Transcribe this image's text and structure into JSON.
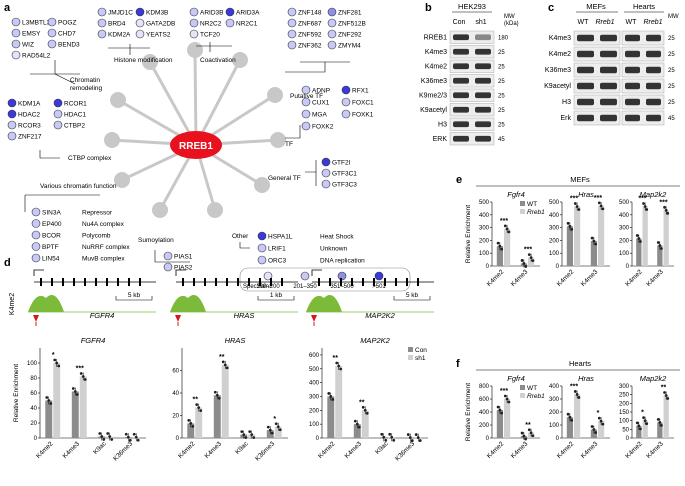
{
  "panels": {
    "a": "a",
    "b": "b",
    "c": "c",
    "d": "d",
    "e": "e",
    "f": "f"
  },
  "colors": {
    "node_dark": "#3a3ad6",
    "node_mid": "#8f8fe6",
    "node_light": "#c9c9f5",
    "node_pale": "#e3e3fa",
    "hub": "#e8121f",
    "hub_spoke": "#c8c8c8",
    "bar_dark": "#8c8c8c",
    "bar_light": "#d0d0d0",
    "track_green": "#7cbb3a",
    "arrow_red": "#d21a1a"
  },
  "network": {
    "hub": "RREB1",
    "groups": [
      {
        "label": "Chromatin remodeling",
        "nodes": [
          {
            "name": "L3MBTL3",
            "level": 2
          },
          {
            "name": "POGZ",
            "level": 2
          },
          {
            "name": "EMSY",
            "level": 2
          },
          {
            "name": "CHD7",
            "level": 2
          },
          {
            "name": "WIZ",
            "level": 2
          },
          {
            "name": "BEND3",
            "level": 2
          },
          {
            "name": "RAD54L2",
            "level": 1
          }
        ]
      },
      {
        "label": "Histone modification",
        "nodes": [
          {
            "name": "JMJD1C",
            "level": 2
          },
          {
            "name": "KDM3B",
            "level": 4
          },
          {
            "name": "BRD4",
            "level": 2
          },
          {
            "name": "GATA2DB",
            "level": 1
          },
          {
            "name": "KDM2A",
            "level": 2
          },
          {
            "name": "YEATS2",
            "level": 1
          }
        ]
      },
      {
        "label": "Coactivation",
        "nodes": [
          {
            "name": "ARID3B",
            "level": 2
          },
          {
            "name": "ARID3A",
            "level": 4
          },
          {
            "name": "NR2C2",
            "level": 2
          },
          {
            "name": "NR2C1",
            "level": 2
          },
          {
            "name": "TCF20",
            "level": 1
          }
        ]
      },
      {
        "label": "Putative TF",
        "nodes": [
          {
            "name": "ZNF148",
            "level": 2
          },
          {
            "name": "ZNF281",
            "level": 3
          },
          {
            "name": "ZNF687",
            "level": 2
          },
          {
            "name": "ZNF512B",
            "level": 2
          },
          {
            "name": "ZNF592",
            "level": 2
          },
          {
            "name": "ZNF292",
            "level": 2
          },
          {
            "name": "ZNF362",
            "level": 2
          },
          {
            "name": "ZMYM4",
            "level": 2
          }
        ]
      },
      {
        "label": "TF",
        "nodes": [
          {
            "name": "ADNP",
            "level": 2
          },
          {
            "name": "RFX1",
            "level": 4
          },
          {
            "name": "CUX1",
            "level": 2
          },
          {
            "name": "FOXC1",
            "level": 2
          },
          {
            "name": "MGA",
            "level": 2
          },
          {
            "name": "FOXK1",
            "level": 2
          },
          {
            "name": "FOXK2",
            "level": 2
          }
        ]
      },
      {
        "label": "General TF",
        "nodes": [
          {
            "name": "GTF2I",
            "level": 4
          },
          {
            "name": "GTF3C1",
            "level": 2
          },
          {
            "name": "GTF3C3",
            "level": 2
          }
        ]
      },
      {
        "label": "CTBP complex",
        "nodes": [
          {
            "name": "KDM1A",
            "level": 4
          },
          {
            "name": "RCOR1",
            "level": 4
          },
          {
            "name": "HDAC2",
            "level": 4
          },
          {
            "name": "HDAC1",
            "level": 2
          },
          {
            "name": "RCOR3",
            "level": 2
          },
          {
            "name": "CTBP2",
            "level": 2
          },
          {
            "name": "ZNF217",
            "level": 2
          }
        ]
      },
      {
        "label": "Various chromatin function",
        "nodes": [
          {
            "name": "SIN3A",
            "level": 2,
            "note": "Repressor"
          },
          {
            "name": "EP400",
            "level": 2,
            "note": "Nu4A complex"
          },
          {
            "name": "BCOR",
            "level": 2,
            "note": "Polycomb"
          },
          {
            "name": "BPTF",
            "level": 2,
            "note": "NuRRF complex"
          },
          {
            "name": "LIN54",
            "level": 2,
            "note": "MuvB complex"
          }
        ]
      },
      {
        "label": "Sumoylation",
        "nodes": [
          {
            "name": "PIAS1",
            "level": 2
          },
          {
            "name": "PIAS2",
            "level": 2
          }
        ]
      },
      {
        "label": "Other",
        "nodes": [
          {
            "name": "HSPA1L",
            "level": 4,
            "note": "Heat Shock"
          },
          {
            "name": "LRIF1",
            "level": 2,
            "note": "Unknown"
          },
          {
            "name": "ORC3",
            "level": 2,
            "note": "DNA replication"
          }
        ]
      }
    ],
    "legend": {
      "title": "SpecSum:",
      "items": [
        "100–200",
        "201–350",
        "351–500",
        ">501"
      ]
    }
  },
  "blot_b": {
    "cell": "HEK293",
    "lanes": [
      "Con",
      "sh1"
    ],
    "mw_label": "MW (kDa)",
    "rows": [
      {
        "label": "RREB1",
        "mw": "180"
      },
      {
        "label": "K4me3",
        "mw": "25"
      },
      {
        "label": "K4me2",
        "mw": "25"
      },
      {
        "label": "K36me3",
        "mw": "25"
      },
      {
        "label": "K9me2/3",
        "mw": "25"
      },
      {
        "label": "K9acetyl",
        "mw": "25"
      },
      {
        "label": "H3",
        "mw": "25"
      },
      {
        "label": "ERK",
        "mw": "45"
      }
    ]
  },
  "blot_c": {
    "groups": [
      "MEFs",
      "Hearts"
    ],
    "lanes": [
      "WT",
      "Rreb1",
      "WT",
      "Rreb1"
    ],
    "mw_label": "MW (kDa)",
    "rows": [
      {
        "label": "K4me3",
        "mw": "25"
      },
      {
        "label": "K4me2",
        "mw": "25"
      },
      {
        "label": "K36me3",
        "mw": "25"
      },
      {
        "label": "K9acetyl",
        "mw": "25"
      },
      {
        "label": "H3",
        "mw": "25"
      },
      {
        "label": "Erk",
        "mw": "45"
      }
    ]
  },
  "tracks_d": {
    "ylabel": "K4me2",
    "genes": [
      {
        "name": "FGFR4",
        "scale": "5 kb"
      },
      {
        "name": "HRAS",
        "scale": "1 kb"
      },
      {
        "name": "MAP2K2",
        "scale": "5 kb"
      }
    ]
  },
  "chart_data": [
    {
      "panel": "d",
      "type": "bar",
      "title": "FGFR4",
      "ylabel": "Relative Enrichment",
      "ylim": [
        0,
        120
      ],
      "yticks": [
        0,
        20,
        40,
        60,
        80,
        100
      ],
      "categories": [
        "K4me2",
        "K4me3",
        "K9ac",
        "K36me3"
      ],
      "series": [
        {
          "name": "Con",
          "values": [
            50,
            62,
            2,
            1
          ]
        },
        {
          "name": "sh1",
          "values": [
            100,
            82,
            2,
            1
          ]
        }
      ],
      "significance": [
        "*",
        "***",
        "",
        ""
      ]
    },
    {
      "panel": "d",
      "type": "bar",
      "title": "HRAS",
      "ylabel": "",
      "ylim": [
        0,
        80
      ],
      "yticks": [
        0,
        20,
        40,
        60
      ],
      "categories": [
        "K4me2",
        "K4me3",
        "K9ac",
        "K36me3"
      ],
      "series": [
        {
          "name": "Con",
          "values": [
            13,
            38,
            3,
            7
          ]
        },
        {
          "name": "sh1",
          "values": [
            27,
            65,
            3,
            10
          ]
        }
      ],
      "significance": [
        "**",
        "**",
        "",
        "*"
      ]
    },
    {
      "panel": "d",
      "type": "bar",
      "title": "MAP2K2",
      "ylabel": "",
      "ylim": [
        0,
        650
      ],
      "yticks": [
        0,
        100,
        200,
        300,
        400,
        500,
        600
      ],
      "categories": [
        "K4me2",
        "K4me3",
        "K9ac",
        "K36me3"
      ],
      "series": [
        {
          "name": "Con",
          "values": [
            300,
            100,
            5,
            3
          ]
        },
        {
          "name": "sh1",
          "values": [
            520,
            200,
            5,
            3
          ]
        }
      ],
      "significance": [
        "**",
        "**",
        "",
        ""
      ],
      "legend": [
        "Con",
        "sh1"
      ]
    },
    {
      "panel": "e",
      "type": "bar",
      "group": "MEFs",
      "title": "Fgfr4",
      "ylabel": "Relative Enrichment",
      "ylim": [
        0,
        500
      ],
      "yticks": [
        0,
        100,
        200,
        300,
        400,
        500
      ],
      "categories": [
        "K4me2",
        "K4me3"
      ],
      "series": [
        {
          "name": "WT",
          "values": [
            155,
            20
          ]
        },
        {
          "name": "Rreb1",
          "values": [
            290,
            65
          ]
        }
      ],
      "significance": [
        "***",
        "***"
      ],
      "legend": [
        "WT",
        "Rreb1"
      ]
    },
    {
      "panel": "e",
      "type": "bar",
      "group": "MEFs",
      "title": "Hras",
      "ylabel": "",
      "ylim": [
        0,
        500
      ],
      "yticks": [
        0,
        100,
        200,
        300,
        400,
        500
      ],
      "categories": [
        "K4me2",
        "K4me3"
      ],
      "series": [
        {
          "name": "WT",
          "values": [
            310,
            195
          ]
        },
        {
          "name": "Rreb1",
          "values": [
            465,
            470
          ]
        }
      ],
      "significance": [
        "***",
        "***"
      ]
    },
    {
      "panel": "e",
      "type": "bar",
      "group": "MEFs",
      "title": "Map2k2",
      "ylabel": "",
      "ylim": [
        0,
        500
      ],
      "yticks": [
        0,
        100,
        200,
        300,
        400,
        500
      ],
      "categories": [
        "K4me2",
        "K4me3"
      ],
      "series": [
        {
          "name": "WT",
          "values": [
            215,
            160
          ]
        },
        {
          "name": "Rreb1",
          "values": [
            465,
            435
          ]
        }
      ],
      "significance": [
        "***",
        "***"
      ]
    },
    {
      "panel": "f",
      "type": "bar",
      "group": "Hearts",
      "title": "Fgfr4",
      "ylabel": "Relative Enrichment",
      "ylim": [
        0,
        800
      ],
      "yticks": [
        0,
        200,
        400,
        600,
        800
      ],
      "categories": [
        "K4me2",
        "K4me3"
      ],
      "series": [
        {
          "name": "WT",
          "values": [
            430,
            30
          ]
        },
        {
          "name": "Rreb1",
          "values": [
            600,
            80
          ]
        }
      ],
      "significance": [
        "***",
        "**"
      ],
      "legend": [
        "WT",
        "Rreb1"
      ]
    },
    {
      "panel": "f",
      "type": "bar",
      "group": "Hearts",
      "title": "Hras",
      "ylabel": "",
      "ylim": [
        0,
        400
      ],
      "yticks": [
        0,
        100,
        200,
        300,
        400
      ],
      "categories": [
        "K4me2",
        "K4me3"
      ],
      "series": [
        {
          "name": "WT",
          "values": [
            160,
            65
          ]
        },
        {
          "name": "Rreb1",
          "values": [
            335,
            130
          ]
        }
      ],
      "significance": [
        "***",
        "*"
      ]
    },
    {
      "panel": "f",
      "type": "bar",
      "group": "Hearts",
      "title": "Map2k2",
      "ylabel": "",
      "ylim": [
        0,
        300
      ],
      "yticks": [
        0,
        50,
        100,
        150,
        200,
        250,
        300
      ],
      "categories": [
        "K4me2",
        "K4me3"
      ],
      "series": [
        {
          "name": "WT",
          "values": [
            70,
            90
          ]
        },
        {
          "name": "Rreb1",
          "values": [
            100,
            245
          ]
        }
      ],
      "significance": [
        "*",
        "**"
      ]
    }
  ]
}
